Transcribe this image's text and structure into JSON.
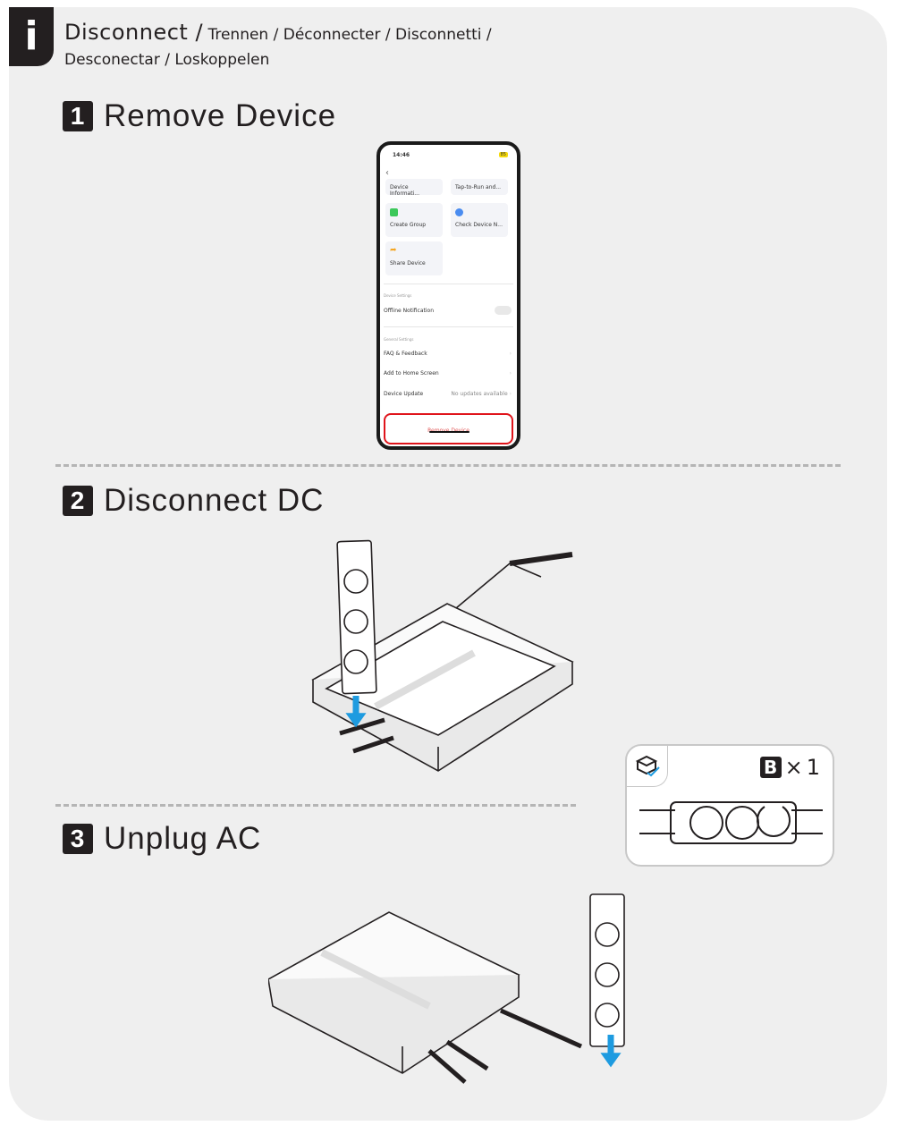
{
  "header": {
    "icon": "info-icon",
    "icon_letter": "i",
    "title_main": "Disconnect /",
    "title_rest": "Trennen / Déconnecter / Disconnetti / Desconectar / Loskoppelen"
  },
  "steps": [
    {
      "number": "1",
      "label": "Remove Device"
    },
    {
      "number": "2",
      "label": "Disconnect DC"
    },
    {
      "number": "3",
      "label": "Unplug AC"
    }
  ],
  "phone": {
    "time": "14:46",
    "battery": "85",
    "tiles": [
      "Device Informati...",
      "Tap-to-Run and...",
      "Create Group",
      "Check Device N...",
      "Share Device"
    ],
    "device_settings_header": "Device Settings",
    "offline_notification": "Offline Notification",
    "offline_notification_on": false,
    "general_settings_header": "General Settings",
    "faq": "FAQ & Feedback",
    "add_home": "Add to Home Screen",
    "device_update": "Device Update",
    "device_update_value": "No updates available",
    "remove_button": "Remove Device"
  },
  "kit": {
    "letter": "B",
    "times": "×",
    "count": "1"
  },
  "colors": {
    "accent": "#e0141b",
    "arrow": "#1e9be0"
  }
}
